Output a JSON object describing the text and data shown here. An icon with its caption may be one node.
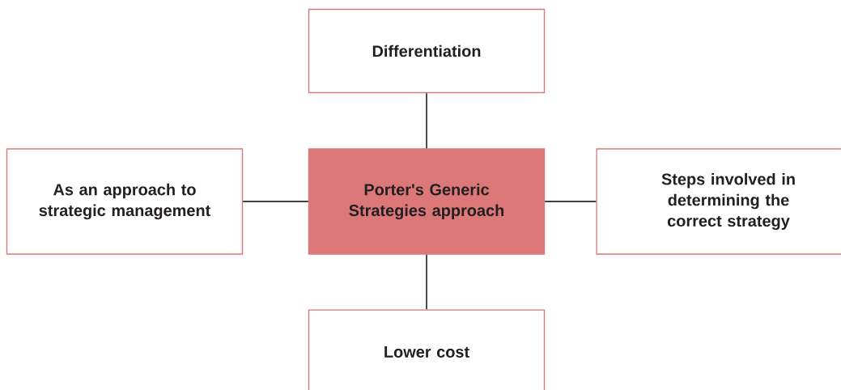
{
  "diagram": {
    "nodes": [
      {
        "text": [
          "Differentiation"
        ]
      },
      {
        "text": [
          "As an approach to strategic management"
        ]
      },
      {
        "text": [
          "Porter's Generic Strategies approach"
        ]
      },
      {
        "text": [
          "Steps involved in determining the correct strategy"
        ]
      },
      {
        "text": [
          "Lower cost"
        ]
      }
    ],
    "edges": [
      {
        "from": 2,
        "to": 0,
        "arrow": "none"
      },
      {
        "from": 2,
        "to": 1,
        "arrow": "none"
      },
      {
        "from": 2,
        "to": 3,
        "arrow": "none"
      },
      {
        "from": 2,
        "to": 4,
        "arrow": "none"
      }
    ]
  }
}
